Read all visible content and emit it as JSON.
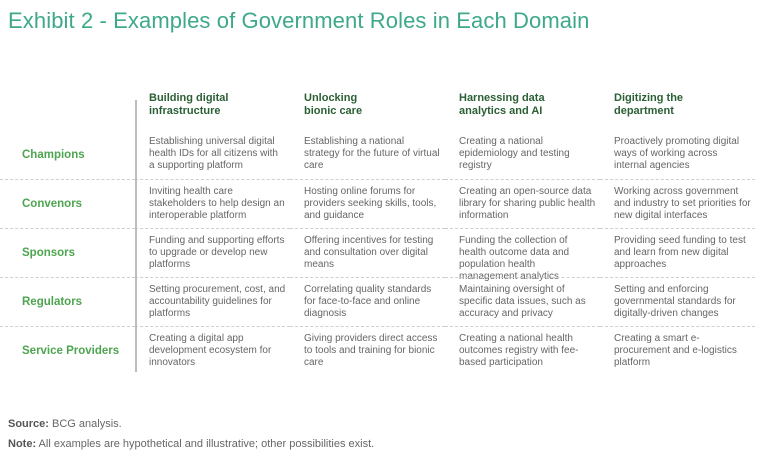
{
  "title": "Exhibit 2 - Examples of Government Roles in Each Domain",
  "columns": [
    "Building digital\ninfrastructure",
    "Unlocking\nbionic care",
    "Harnessing data\nanalytics and AI",
    "Digitizing the\ndepartment"
  ],
  "rows": [
    {
      "label": "Champions",
      "cells": [
        "Establishing universal digital health IDs for all citizens with a supporting platform",
        "Establishing a national strategy for the future of virtual care",
        "Creating a national epidemiology and testing registry",
        "Proactively promoting digital ways of working across internal agencies"
      ]
    },
    {
      "label": "Convenors",
      "cells": [
        "Inviting health care stakeholders to help design an interoperable platform",
        "Hosting online forums for providers seeking skills, tools, and guidance",
        "Creating an open-source data library for sharing public health information",
        "Working across government and industry to set priorities for new digital interfaces"
      ]
    },
    {
      "label": "Sponsors",
      "cells": [
        "Funding and supporting efforts to upgrade or develop new platforms",
        "Offering incentives for testing and consultation over digital means",
        "Funding the collection of health outcome data and population health management analytics",
        "Providing seed funding to test and learn from new digital approaches"
      ]
    },
    {
      "label": "Regulators",
      "cells": [
        "Setting procurement, cost, and accountability guidelines for platforms",
        "Correlating quality standards for face-to-face and online diagnosis",
        "Maintaining oversight of specific data issues, such as accuracy and privacy",
        "Setting and enforcing governmental standards for digitally-driven changes"
      ]
    },
    {
      "label": "Service Providers",
      "cells": [
        "Creating a digital app development ecosystem for innovators",
        "Giving providers direct access to tools and training for bionic care",
        "Creating a national health outcomes registry with fee-based participation",
        "Creating a smart e-procurement and e-logistics platform"
      ]
    }
  ],
  "footer": {
    "source_label": "Source:",
    "source_text": " BCG analysis.",
    "note_label": "Note:",
    "note_text": " All examples are hypothetical and illustrative; other possibilities exist."
  }
}
